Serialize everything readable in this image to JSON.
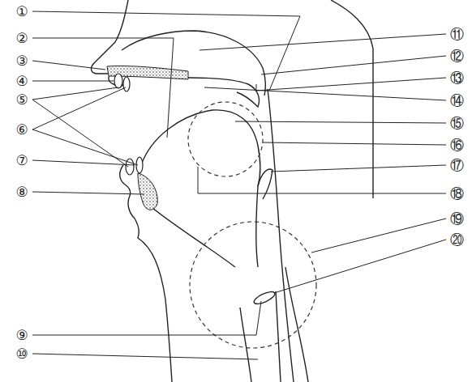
{
  "diagram": {
    "labels": [
      "①",
      "②",
      "③",
      "④",
      "⑤",
      "⑥",
      "⑦",
      "⑧",
      "⑨",
      "⑩",
      "⑪",
      "⑫",
      "⑬",
      "⑭",
      "⑮",
      "⑯",
      "⑰",
      "⑱",
      "⑲",
      "⑳"
    ]
  }
}
